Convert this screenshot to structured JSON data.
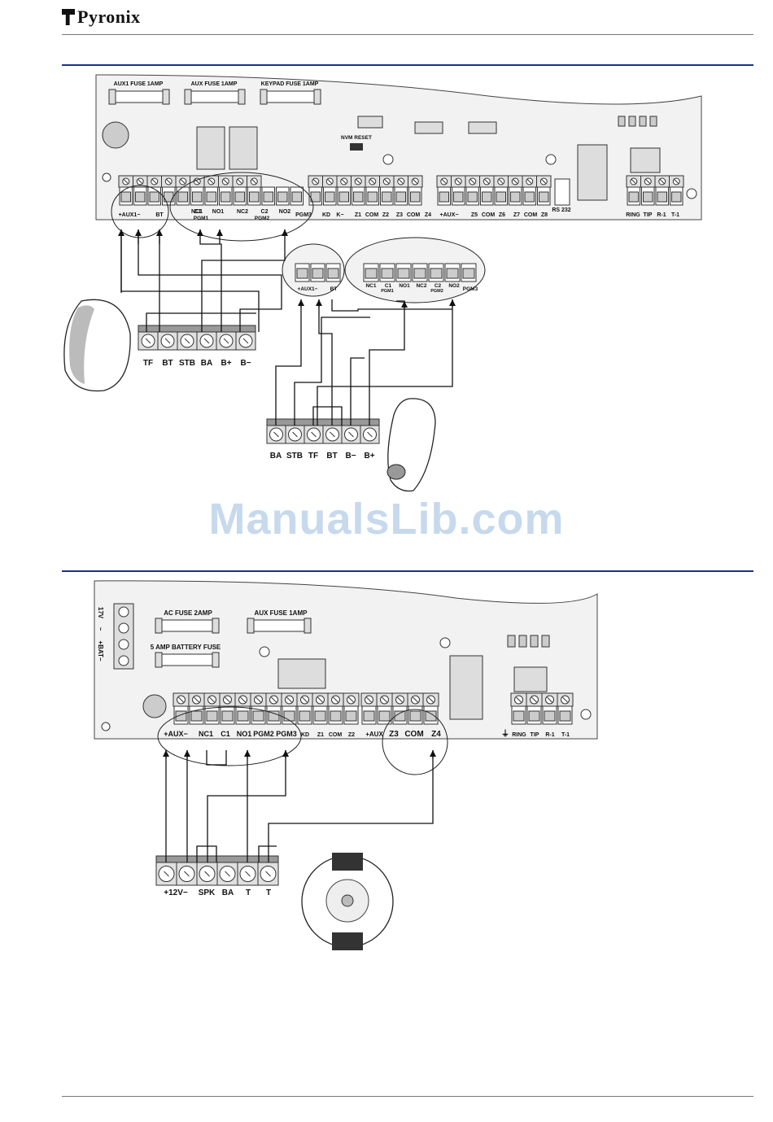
{
  "brand": {
    "name": "Pyronix"
  },
  "watermark": {
    "text": "ManualsLib.com"
  },
  "diagram1": {
    "fuses": [
      "AUX1 FUSE 1AMP",
      "AUX FUSE 1AMP",
      "KEYPAD FUSE 1AMP"
    ],
    "nvm_label": "NVM RESET",
    "board_labels": [
      "+AUX1−",
      "BT",
      "NC1",
      "C1",
      "NO1",
      "NC2",
      "C2",
      "NO2",
      "PGM3",
      "KD",
      "K−",
      "Z1",
      "COM",
      "Z2",
      "Z3",
      "COM",
      "Z4",
      "+AUX−",
      "Z5",
      "COM",
      "Z6",
      "Z7",
      "COM",
      "Z8",
      "RS 232",
      "RING",
      "TIP",
      "R-1",
      "T-1"
    ],
    "pgm1_label": "PGM1",
    "pgm2_label": "PGM2",
    "zoom_labels": [
      "+AUX1−",
      "BT",
      "NC1",
      "C1",
      "NO1",
      "NC2",
      "C2",
      "NO2",
      "PGM3"
    ],
    "zoom_pgm1": "PGM1",
    "zoom_pgm2": "PGM2",
    "device_a_labels": [
      "TF",
      "BT",
      "STB",
      "BA",
      "B+",
      "B−"
    ],
    "device_b_labels": [
      "BA",
      "STB",
      "TF",
      "BT",
      "B−",
      "B+"
    ]
  },
  "diagram2": {
    "left_labels": [
      "17V",
      "~",
      "+BAT−"
    ],
    "fuses": [
      "AC FUSE 2AMP",
      "AUX FUSE 1AMP",
      "5 AMP BATTERY FUSE"
    ],
    "board_labels": [
      "+AUX−",
      "NC1",
      "C1",
      "NO1",
      "PGM2",
      "PGM3",
      "KD",
      "Z1",
      "COM",
      "Z2",
      "+AUX",
      "Z3",
      "COM",
      "Z4",
      "RING",
      "TIP",
      "R-1",
      "T-1"
    ],
    "siren_labels": [
      "+12V−",
      "SPK",
      "BA",
      "T",
      "T"
    ]
  }
}
